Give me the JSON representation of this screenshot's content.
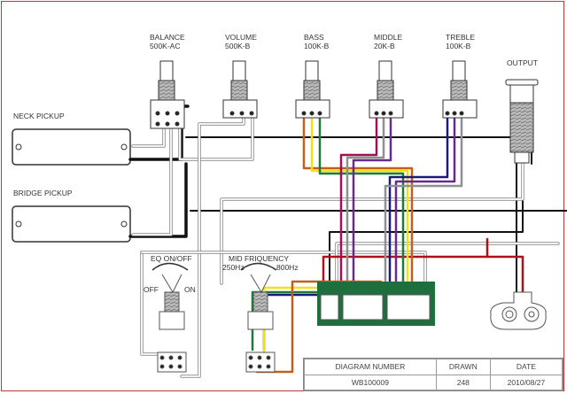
{
  "diagram": {
    "type": "wiring-diagram",
    "controls": [
      {
        "name": "BALANCE",
        "value": "500K-AC"
      },
      {
        "name": "VOLUME",
        "value": "500K-B"
      },
      {
        "name": "BASS",
        "value": "100K-B"
      },
      {
        "name": "MIDDLE",
        "value": "20K-B"
      },
      {
        "name": "TREBLE",
        "value": "100K-B"
      }
    ],
    "output_label": "OUTPUT",
    "pickups": [
      {
        "label": "NECK PICKUP"
      },
      {
        "label": "BRIDGE PICKUP"
      }
    ],
    "switches": {
      "eq": {
        "title": "EQ ON/OFF",
        "left": "OFF",
        "right": "ON"
      },
      "mid": {
        "title": "MID FRIQUENCY",
        "left": "250Hz",
        "right": "800Hz"
      }
    },
    "wire_colors": {
      "black": "#111111",
      "white": "#ffffff",
      "red": "#b0101a",
      "orange": "#c0601c",
      "yellow": "#f0e020",
      "green": "#1e7a3a",
      "blue": "#1a1a7a",
      "purple": "#6a2a8a",
      "magenta": "#a0105a",
      "gray": "#909090",
      "board": "#1e6e3e"
    }
  },
  "title_block": {
    "headers": [
      "DIAGRAM NUMBER",
      "DRAWN",
      "DATE"
    ],
    "values": [
      "WB100009",
      "248",
      "2010/08/27"
    ]
  }
}
